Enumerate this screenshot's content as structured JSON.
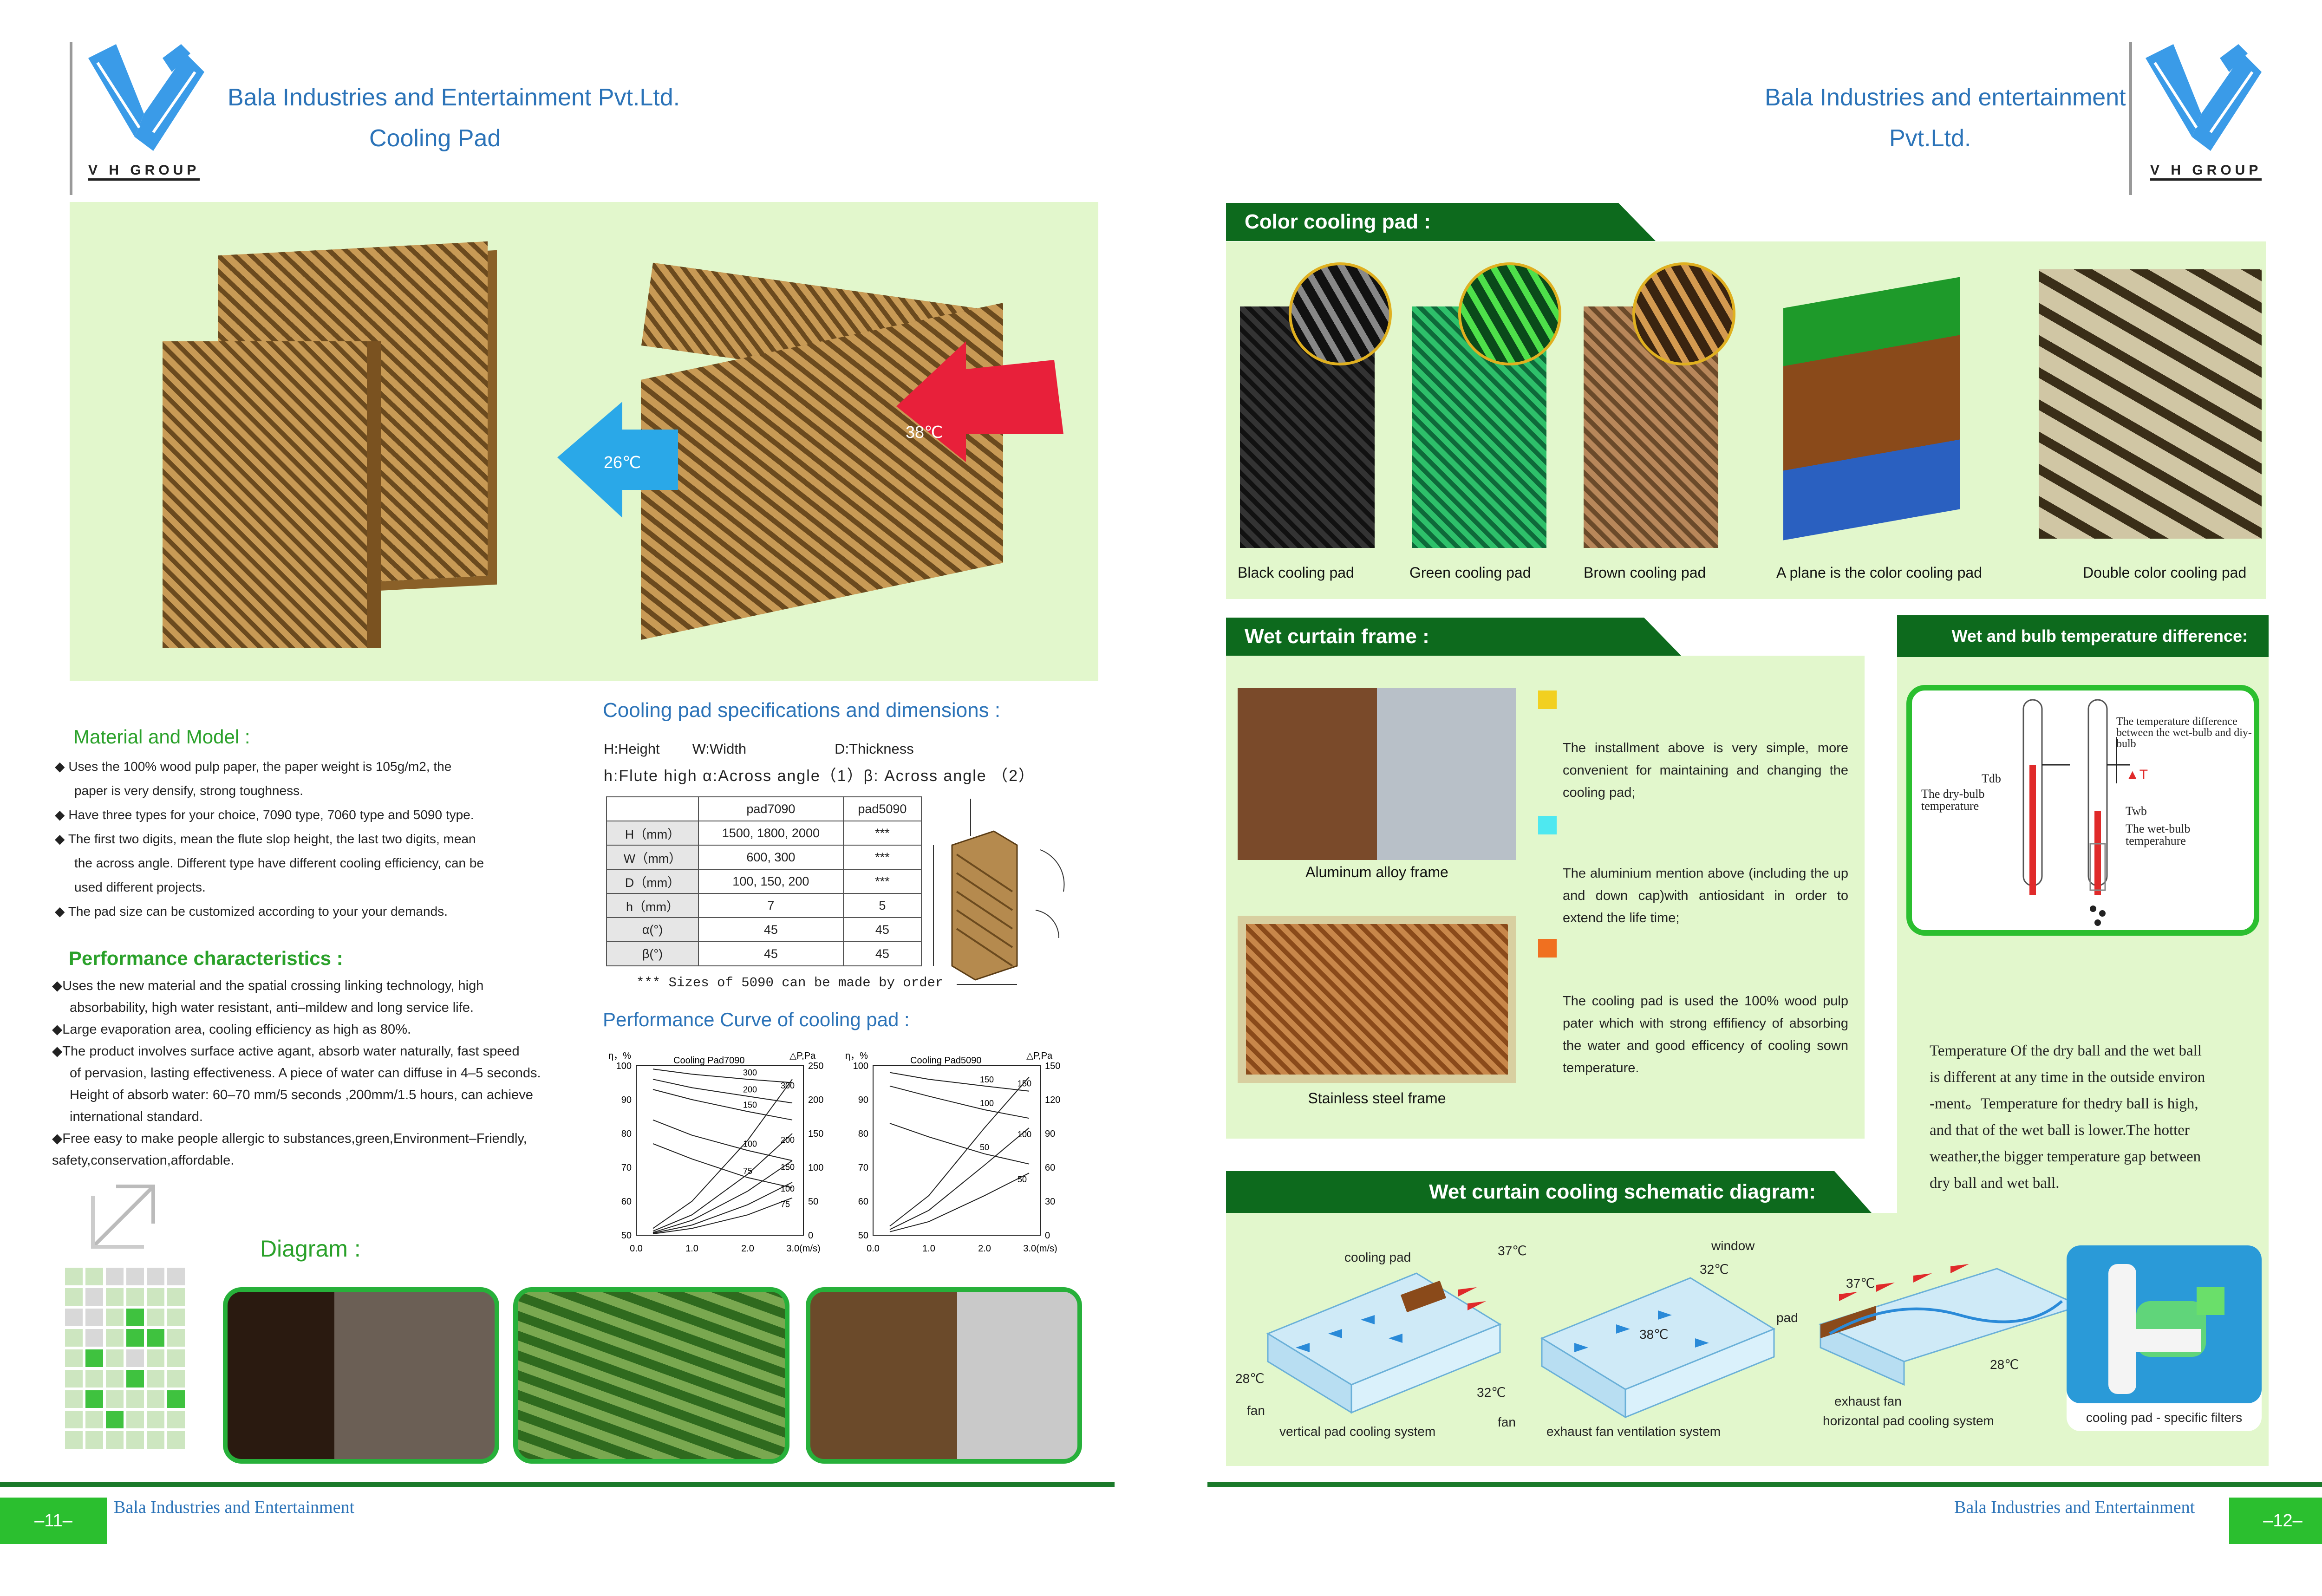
{
  "left_page": {
    "logo_text": "V H GROUP",
    "company_line1": "Bala Industries and Entertainment Pvt.Ltd.",
    "company_line2": "Cooling Pad",
    "hero": {
      "temp_out": "26℃",
      "temp_in": "38℃"
    },
    "material": {
      "title": "Material and Model :",
      "bullets": [
        "Uses the 100% wood pulp paper, the paper weight is 105g/m2, the",
        "paper is very densify, strong toughness.",
        "Have three types for your choice,  7090 type, 7060 type and 5090 type.",
        "The first two digits, mean the flute slop height, the last two digits, mean",
        "the across angle. Different type have different cooling efficiency, can be",
        "used different projects.",
        "The pad size can be customized according to your your demands."
      ]
    },
    "performance": {
      "title": "Performance characteristics :",
      "lines": [
        "◆Uses the new material and the spatial crossing linking technology, high",
        "absorbability, high water resistant, anti–mildew and long service life.",
        "◆Large evaporation area, cooling efficiency as high as 80%.",
        "◆The product involves surface active agant, absorb water naturally, fast speed",
        "of pervasion, lasting effectiveness. A piece of water can diffuse in 4–5 seconds.",
        "Height of absorb water: 60–70 mm/5 seconds ,200mm/1.5 hours, can achieve",
        "international standard.",
        "◆Free easy to make people allergic to substances,green,Environment–Friendly,",
        "safety,conservation,affordable."
      ]
    },
    "specs": {
      "title": "Cooling pad specifications and dimensions :",
      "legend1": [
        "H:Height",
        "W:Width",
        "D:Thickness"
      ],
      "legend2": "h:Flute high  α:Across angle（1）β: Across angle （2）",
      "col_headers": [
        "",
        "pad7090",
        "pad5090"
      ],
      "rows": [
        [
          "H（mm）",
          "1500, 1800, 2000",
          "***"
        ],
        [
          "W（mm）",
          "600, 300",
          "***"
        ],
        [
          "D（mm）",
          "100, 150, 200",
          "***"
        ],
        [
          "h（mm）",
          "7",
          "5"
        ],
        [
          "α(°)",
          "45",
          "45"
        ],
        [
          "β(°)",
          "45",
          "45"
        ]
      ],
      "note": "*** Sizes of 5090 can be made by order"
    },
    "curve_title": "Performance Curve of cooling pad :",
    "diagram_title": "Diagram :",
    "page_number": "–11–",
    "footer": "Bala Industries and Entertainment"
  },
  "chart_data": [
    {
      "type": "line",
      "title": "Cooling Pad7090",
      "xlabel": "(m/s)",
      "ylabel": "η，%",
      "y2label": "△P,Pa",
      "x_ticks": [
        "0.0",
        "1.0",
        "2.0",
        "3.0(m/s)"
      ],
      "y_ticks": [
        "50",
        "60",
        "70",
        "80",
        "90",
        "100"
      ],
      "y2_ticks": [
        "0",
        "50",
        "100",
        "150",
        "200",
        "250"
      ],
      "series": [
        {
          "name": "300",
          "x": [
            0.3,
            1.0,
            2.0,
            2.8
          ],
          "y": [
            99,
            97.5,
            96,
            95
          ]
        },
        {
          "name": "200",
          "x": [
            0.3,
            1.0,
            2.0,
            2.8
          ],
          "y": [
            96,
            93.5,
            91,
            89
          ]
        },
        {
          "name": "150",
          "x": [
            0.3,
            1.0,
            2.0,
            2.8
          ],
          "y": [
            93,
            90,
            86.5,
            84
          ]
        },
        {
          "name": "100",
          "x": [
            0.3,
            1.0,
            2.0,
            2.8
          ],
          "y": [
            84,
            79.5,
            75,
            72
          ]
        },
        {
          "name": "75",
          "x": [
            0.3,
            1.0,
            2.0,
            2.8
          ],
          "y": [
            77,
            72.5,
            67,
            64
          ]
        }
      ],
      "pressure_series": [
        {
          "name": "300",
          "x": [
            0.3,
            1.0,
            2.0,
            2.8
          ],
          "y": [
            10,
            50,
            140,
            230
          ]
        },
        {
          "name": "200",
          "x": [
            0.3,
            1.0,
            2.0,
            2.8
          ],
          "y": [
            6,
            30,
            90,
            150
          ]
        },
        {
          "name": "150",
          "x": [
            0.3,
            1.0,
            2.0,
            2.8
          ],
          "y": [
            4,
            22,
            65,
            110
          ]
        },
        {
          "name": "100",
          "x": [
            0.3,
            1.0,
            2.0,
            2.8
          ],
          "y": [
            3,
            15,
            45,
            78
          ]
        },
        {
          "name": "75",
          "x": [
            0.3,
            1.0,
            2.0,
            2.8
          ],
          "y": [
            2,
            10,
            30,
            55
          ]
        }
      ],
      "xlim": [
        0,
        3
      ],
      "ylim": [
        50,
        100
      ],
      "y2lim": [
        0,
        250
      ]
    },
    {
      "type": "line",
      "title": "Cooling Pad5090",
      "xlabel": "(m/s)",
      "ylabel": "η，%",
      "y2label": "△P,Pa",
      "x_ticks": [
        "0.0",
        "1.0",
        "2.0",
        "3.0(m/s)"
      ],
      "y_ticks": [
        "50",
        "60",
        "70",
        "80",
        "90",
        "100"
      ],
      "y2_ticks": [
        "0",
        "30",
        "60",
        "90",
        "120",
        "150"
      ],
      "series": [
        {
          "name": "150",
          "x": [
            0.3,
            1.0,
            2.0,
            2.8
          ],
          "y": [
            98,
            96,
            94,
            92.5
          ]
        },
        {
          "name": "100",
          "x": [
            0.3,
            1.0,
            2.0,
            2.8
          ],
          "y": [
            94,
            91,
            87,
            84.5
          ]
        },
        {
          "name": "50",
          "x": [
            0.3,
            1.0,
            2.0,
            2.8
          ],
          "y": [
            83,
            79,
            74,
            71
          ]
        }
      ],
      "pressure_series": [
        {
          "name": "150",
          "x": [
            0.3,
            1.0,
            2.0,
            2.8
          ],
          "y": [
            8,
            35,
            95,
            140
          ]
        },
        {
          "name": "100",
          "x": [
            0.3,
            1.0,
            2.0,
            2.8
          ],
          "y": [
            5,
            22,
            62,
            95
          ]
        },
        {
          "name": "50",
          "x": [
            0.3,
            1.0,
            2.0,
            2.8
          ],
          "y": [
            3,
            12,
            35,
            55
          ]
        }
      ],
      "xlim": [
        0,
        3
      ],
      "ylim": [
        50,
        100
      ],
      "y2lim": [
        0,
        150
      ]
    }
  ],
  "right_page": {
    "logo_text": "V H GROUP",
    "company_line1": "Bala Industries and entertainment",
    "company_line2": "Pvt.Ltd.",
    "color_pad": {
      "title": "Color cooling pad :",
      "captions": [
        "Black cooling pad",
        "Green cooling pad",
        "Brown cooling pad",
        "A plane is the color cooling pad",
        "Double color cooling pad"
      ]
    },
    "wet_frame": {
      "title": "Wet curtain frame :",
      "caption1": "Aluminum alloy frame",
      "caption2": "Stainless steel frame",
      "para1": "The installment above is very simple, more convenient for maintaining and changing the cooling pad;",
      "para2": "The aluminium mention above (including the up and down cap)with antiosidant in order to extend the life time;",
      "para3": "The cooling pad is used the 100% wood pulp pater which with strong effifiency of absorbing the water and good efficency of cooling sown temperature."
    },
    "wet_bulb": {
      "title": "Wet and bulb temperature difference:",
      "label_diff": "The temperature difference between the wet-bulb and diy-bulb",
      "tdb": "Tdb",
      "dry_label": "The dry-bulb temperature",
      "delta": "▲T",
      "twb": "Twb",
      "wet_label": "The wet-bulb temperahure",
      "desc_lines": [
        "Temperature Of the dry ball and the wet ball",
        "is different at any time in the outside environ",
        "-ment。Temperature for thedry ball is high,",
        "and that of the wet ball is lower.The hotter",
        "weather,the bigger temperature gap between",
        "dry ball and wet ball."
      ]
    },
    "schematic": {
      "title": "Wet curtain cooling schematic diagram:",
      "d1": {
        "pad": "cooling pad",
        "t_in": "37℃",
        "t_out": "28℃",
        "fan": "fan",
        "caption": "vertical pad cooling system"
      },
      "d2": {
        "window": "window",
        "t_top": "32℃",
        "t_mid": "38℃",
        "t_left": "32℃",
        "fan": "fan",
        "caption": "exhaust fan ventilation system"
      },
      "d3": {
        "t_in": "37℃",
        "pad": "pad",
        "t_out": "28℃",
        "fan": "exhaust fan",
        "caption": "horizontal pad cooling system"
      },
      "filter_caption": "cooling pad - specific filters"
    },
    "page_number": "–12–",
    "footer": "Bala Industries and Entertainment"
  },
  "colors": {
    "brand_blue": "#2b73b8",
    "green_dark": "#0d6a1d",
    "green_light": "#e2f7cc",
    "green_bright": "#2bbf2f"
  }
}
